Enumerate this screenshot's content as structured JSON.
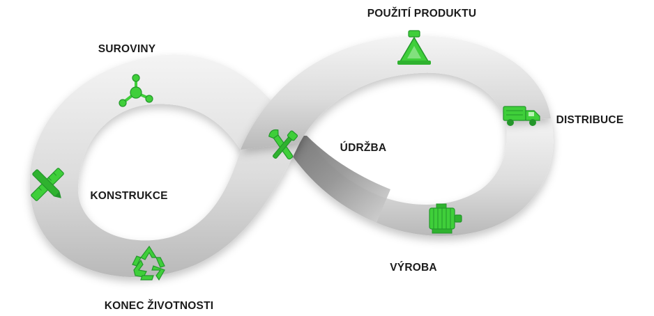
{
  "diagram": {
    "stages": [
      {
        "id": "suroviny",
        "label": "SUROVINY",
        "icon": "molecule-icon"
      },
      {
        "id": "pouziti",
        "label": "POUŽITÍ PRODUKTU",
        "icon": "warning-triangle-icon"
      },
      {
        "id": "distribuce",
        "label": "DISTRIBUCE",
        "icon": "truck-icon"
      },
      {
        "id": "udrzba",
        "label": "ÚDRŽBA",
        "icon": "tools-icon"
      },
      {
        "id": "konstrukce",
        "label": "KONSTRUKCE",
        "icon": "ruler-pencil-icon"
      },
      {
        "id": "vyroba",
        "label": "VÝROBA",
        "icon": "motor-icon"
      },
      {
        "id": "konec",
        "label": "KONEC ŽIVOTNOSTI",
        "icon": "recycle-icon"
      }
    ]
  },
  "colors": {
    "accent_green": "#3fcf3a",
    "accent_green_dark": "#23962a",
    "band_light": "#ededed",
    "band_mid": "#cfcfcf",
    "band_dark": "#8f8f8f",
    "text": "#1b1b1b"
  }
}
